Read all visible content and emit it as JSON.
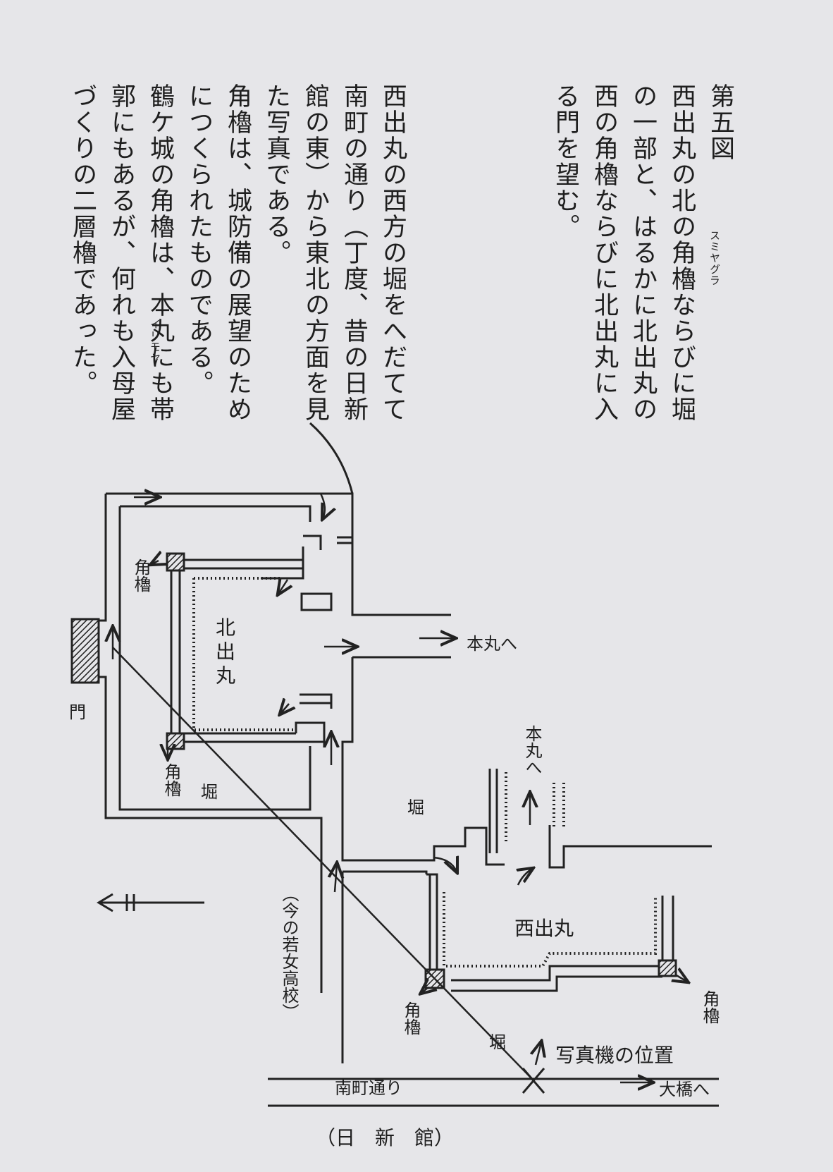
{
  "figure_title": "第五図",
  "caption_lines": [
    "西出丸の北の角櫓ならびに堀",
    "の一部と、はるかに北出丸の",
    "西の角櫓ならびに北出丸に入",
    "る門を望む。"
  ],
  "caption_ruby": "スミヤグラ",
  "body_lines": [
    "西出丸の西方の堀をへだてて",
    "南町の通り（丁度、昔の日新",
    "館の東）から東北の方面を見",
    "た写真である。",
    "角櫓は、城防備の展望のため",
    "につくられたものである。",
    "鶴ケ城の角櫓は、本丸にも帯",
    "郭にもあるが、何れも入母屋",
    "づくりの二層櫓であった。"
  ],
  "body_ruby": "イリモヤ",
  "map": {
    "kitademaru": "北出丸",
    "nishidemaru": "西出丸",
    "sumiyagura": "角櫓",
    "hori": "堀",
    "mon": "門",
    "honmaru_he": "本丸へ",
    "school": "（今の若女高校）",
    "street": "南町通り",
    "camera_position": "写真機の位置",
    "ohashi_he": "大橋へ",
    "nisshinkan": "（日　新　館）"
  }
}
